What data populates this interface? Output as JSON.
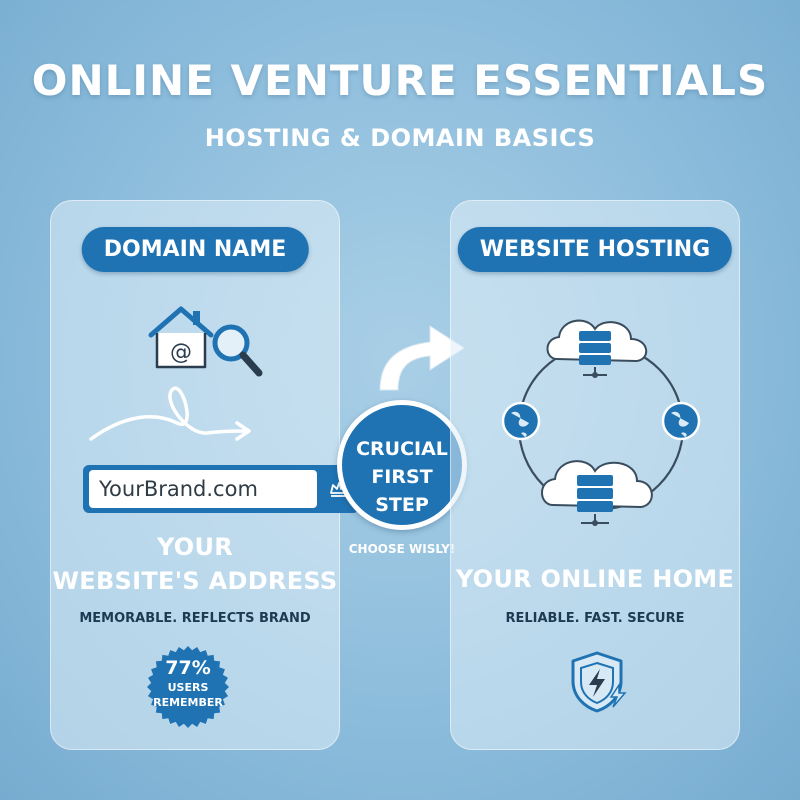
{
  "header": {
    "title": "ONLINE VENTURE ESSENTIALS",
    "subtitle": "HOSTING & DOMAIN BASICS"
  },
  "left_card": {
    "pill_label": "DOMAIN NAME",
    "domain_example": "YourBrand.com",
    "heading_line1": "YOUR",
    "heading_line2": "WEBSITE'S ADDRESS",
    "tagline": "MEMORABLE. REFLECTS BRAND",
    "badge_percent": "77%",
    "badge_line1": "USERS",
    "badge_line2": "REMEMBER",
    "icons": [
      "house-at-icon",
      "magnifier-icon",
      "curly-arrow-icon",
      "crown-icon"
    ]
  },
  "center": {
    "line1": "CRUCIAL",
    "line2": "FIRST STEP",
    "caption": "CHOOSE WISLY!"
  },
  "right_card": {
    "pill_label": "WEBSITE HOSTING",
    "heading": "YOUR ONLINE HOME",
    "tagline": "RELIABLE. FAST. SECURE",
    "icons": [
      "cloud-server-icon",
      "globe-icon",
      "shield-bolt-icon"
    ]
  },
  "colors": {
    "accent_blue": "#1f73b3",
    "background": "#8dbddc",
    "text_dark": "#1e3a52",
    "white": "#ffffff"
  }
}
